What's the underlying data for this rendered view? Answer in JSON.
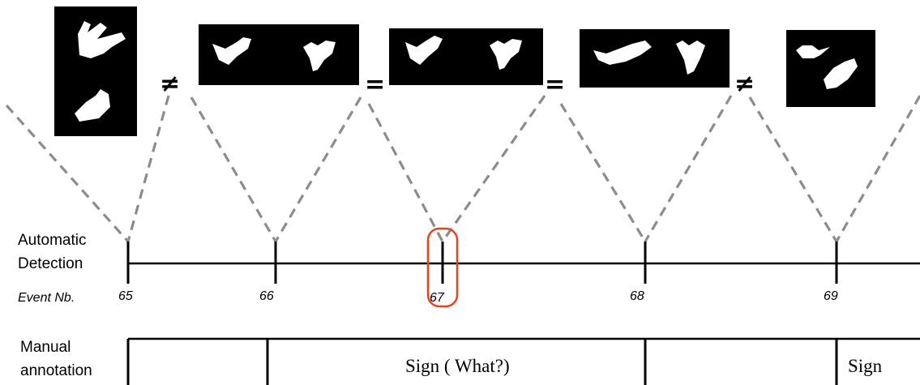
{
  "labels": {
    "automatic": [
      "Automatic",
      "Detection"
    ],
    "event_nb": "Event Nb.",
    "manual": [
      "Manual",
      "annotation"
    ]
  },
  "events": [
    "65",
    "66",
    "67",
    "68",
    "69"
  ],
  "relations": [
    "≠",
    "=",
    "=",
    "≠"
  ],
  "segments": [
    "Sign ( What?)",
    "Sign"
  ],
  "highlight_color": "#e8431c",
  "dash_color": "#8c8c8c",
  "thumbnail_bg": "#000000",
  "hand_color": "#ffffff",
  "highlighted_event": "67",
  "icons": [
    "hand-shape-thumbnail"
  ]
}
